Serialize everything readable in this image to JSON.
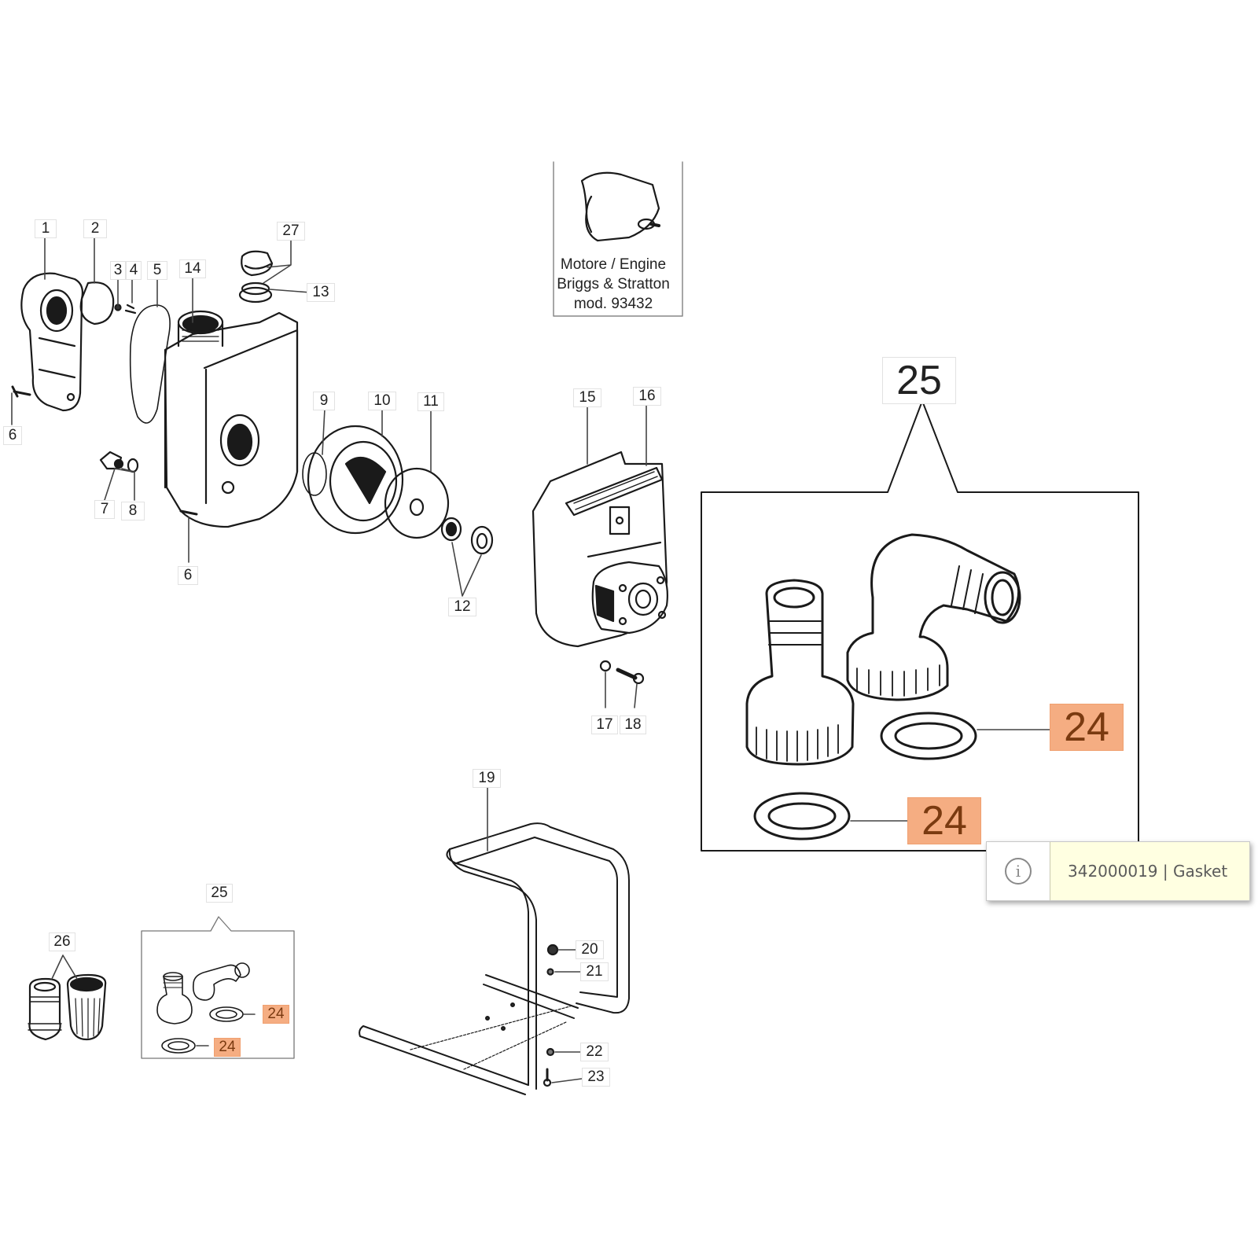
{
  "diagram": {
    "title": "Exploded parts diagram",
    "highlight_color": "#f5ad82",
    "callouts": [
      {
        "id": "c1",
        "label": "1"
      },
      {
        "id": "c2",
        "label": "2"
      },
      {
        "id": "c3",
        "label": "3"
      },
      {
        "id": "c4",
        "label": "4"
      },
      {
        "id": "c5",
        "label": "5"
      },
      {
        "id": "c14",
        "label": "14"
      },
      {
        "id": "c27",
        "label": "27"
      },
      {
        "id": "c13",
        "label": "13"
      },
      {
        "id": "c6a",
        "label": "6"
      },
      {
        "id": "c6b",
        "label": "6"
      },
      {
        "id": "c7",
        "label": "7"
      },
      {
        "id": "c8",
        "label": "8"
      },
      {
        "id": "c9",
        "label": "9"
      },
      {
        "id": "c10",
        "label": "10"
      },
      {
        "id": "c11",
        "label": "11"
      },
      {
        "id": "c12",
        "label": "12"
      },
      {
        "id": "c15",
        "label": "15"
      },
      {
        "id": "c16",
        "label": "16"
      },
      {
        "id": "c17",
        "label": "17"
      },
      {
        "id": "c18",
        "label": "18"
      },
      {
        "id": "c19",
        "label": "19"
      },
      {
        "id": "c20",
        "label": "20"
      },
      {
        "id": "c21",
        "label": "21"
      },
      {
        "id": "c22",
        "label": "22"
      },
      {
        "id": "c23",
        "label": "23"
      },
      {
        "id": "c25s",
        "label": "25"
      },
      {
        "id": "c24s1",
        "label": "24"
      },
      {
        "id": "c24s2",
        "label": "24"
      },
      {
        "id": "c26",
        "label": "26"
      },
      {
        "id": "c25b",
        "label": "25"
      },
      {
        "id": "c24b1",
        "label": "24"
      },
      {
        "id": "c24b2",
        "label": "24"
      }
    ],
    "engine_note": {
      "line1": "Motore / Engine",
      "line2": "Briggs & Stratton",
      "line3": "mod. 93432"
    }
  },
  "tooltip": {
    "icon": "info-icon",
    "icon_glyph": "i",
    "text": "342000019 | Gasket"
  }
}
